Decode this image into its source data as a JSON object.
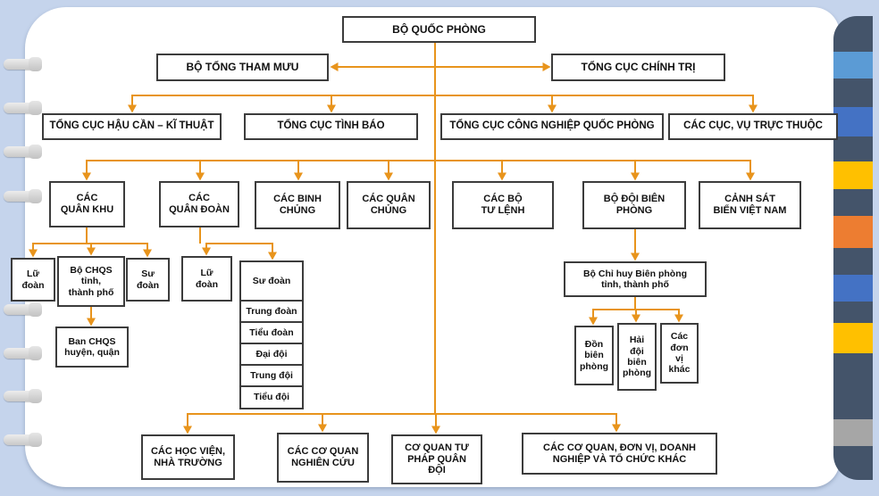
{
  "diagram": "Vietnam Ministry of National Defence organizational chart",
  "nodes": {
    "bqp": "BỘ QUỐC PHÒNG",
    "btm": "BỘ TỔNG THAM MƯU",
    "tcct": "TỔNG CỤC CHÍNH TRỊ",
    "hckt": "TỔNG CỤC HẬU CẦN – KĨ THUẬT",
    "ttb": "TỔNG CỤC TÌNH BÁO",
    "cnqp": "TỔNG CỤC CÔNG NGHIỆP QUỐC PHÒNG",
    "cvtt": "CÁC CỤC, VỤ TRỰC THUỘC",
    "qk": "CÁC\nQUÂN KHU",
    "qd": "CÁC\nQUÂN ĐOÀN",
    "bc": "CÁC BINH\nCHỦNG",
    "qc": "CÁC QUÂN\nCHỦNG",
    "btl": "CÁC BỘ\nTƯ LỆNH",
    "bdbp": "BỘ ĐỘI BIÊN\nPHÒNG",
    "csb": "CẢNH SÁT\nBIỂN VIỆT NAM",
    "lu_doan_qk": "Lữ\nđoàn",
    "bo_chqs": "Bộ CHQS\ntỉnh,\nthành phố",
    "su_doan_qk": "Sư\nđoàn",
    "lu_doan_qd": "Lữ\nđoàn",
    "stack": [
      "Sư đoàn",
      "Trung đoàn",
      "Tiểu đoàn",
      "Đại đội",
      "Trung đội",
      "Tiểu đội"
    ],
    "ban_chqs": "Ban CHQS\nhuyện, quận",
    "bo_chi_huy_bp": "Bộ Chỉ huy Biên phòng\ntỉnh, thành phố",
    "don_bp": "Đồn\nbiên\nphòng",
    "hai_doi_bp": "Hải\nđội\nbiên\nphòng",
    "don_vi_khac": "Các\nđơn\nvị\nkhác",
    "hoc_vien": "CÁC HỌC VIỆN,\nNHÀ TRƯỜNG",
    "nghien_cuu": "CÁC CƠ QUAN\nNGHIÊN CỨU",
    "tu_phap": "CƠ QUAN TƯ\nPHÁP QUÂN\nĐỘI",
    "co_quan_khac": "CÁC CƠ QUAN, ĐƠN VỊ, DOANH\nNGHIỆP VÀ TỔ CHỨC KHÁC"
  },
  "colors": {
    "connector": "#E8941C",
    "box_border": "#3C3C3C",
    "page_bg": "#FFFFFF",
    "canvas_bg": "#C5D4EC",
    "strip_navy": "#44546A",
    "strip_lightblue": "#5B9BD5",
    "strip_blue": "#4472C4",
    "strip_yellow": "#FFC000",
    "strip_orange": "#ED7D31",
    "strip_gray": "#A6A6A6"
  }
}
